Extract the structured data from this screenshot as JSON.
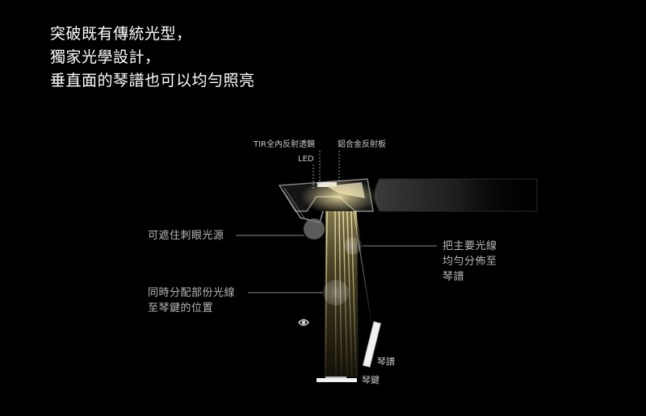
{
  "headline": {
    "line1": "突破既有傳統光型，",
    "line2": "獨家光學設計，",
    "line3": "垂直面的琴譜也可以均勻照亮"
  },
  "component_labels": {
    "tir_lens": "TIR全內反射透鏡",
    "led": "LED",
    "aluminum_reflector": "鋁合金反射板"
  },
  "callouts": {
    "glare": "可遮住刺眼光源",
    "spread": [
      "把主要光線",
      "均勻分佈至",
      "琴譜"
    ],
    "distribute": [
      "同時分配部份光線",
      "至琴鍵的位置"
    ]
  },
  "targets": {
    "sheet_music": "琴譜",
    "keys": "琴鍵"
  },
  "colors": {
    "background": "#000000",
    "beam": "#c9b76a",
    "text": "#ffffff",
    "label": "#b8b8b8"
  }
}
